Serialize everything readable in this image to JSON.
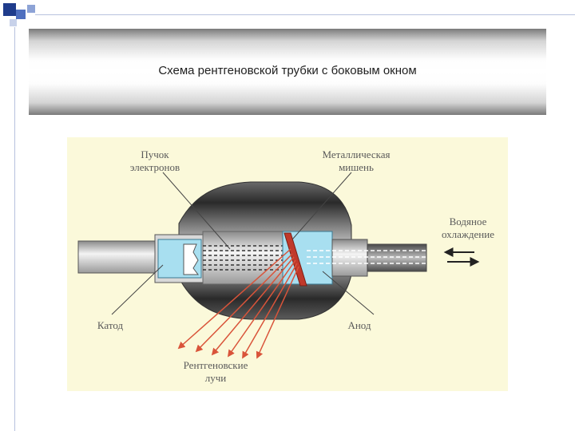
{
  "slide": {
    "title": "Схема рентгеновской трубки с боковым окном"
  },
  "diagram": {
    "labels": {
      "beam_line1": "Пучок",
      "beam_line2": "электронов",
      "target_line1": "Металлическая",
      "target_line2": "мишень",
      "cooling_line1": "Водяное",
      "cooling_line2": "охлаждение",
      "cathode": "Катод",
      "anode": "Анод",
      "xray_line1": "Рентгеновские",
      "xray_line2": "лучи"
    }
  },
  "colors": {
    "figure_background": "#fbf9da",
    "xray_arrows": "#d9543a",
    "target": "#c0392b",
    "glass_window": "#9fd8e8",
    "bullet_squares": "#1f3c8c"
  }
}
